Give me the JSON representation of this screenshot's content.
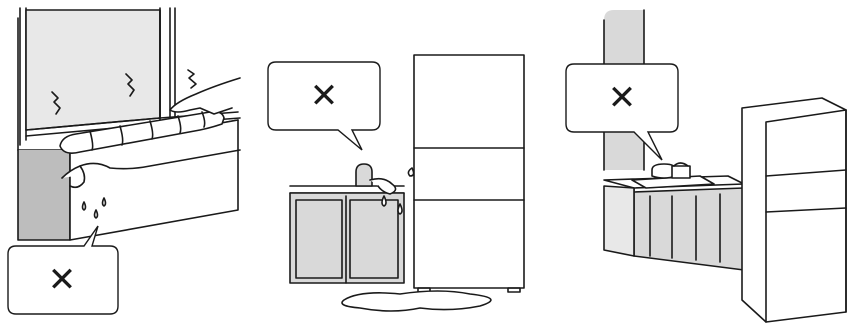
{
  "panels": [
    {
      "id": "window-sill",
      "callout_mark": "✕"
    },
    {
      "id": "sink-water",
      "callout_mark": "✕"
    },
    {
      "id": "near-stove",
      "callout_mark": "✕"
    }
  ],
  "colors": {
    "line": "#1a1a1a",
    "shade": "#d9d9d9",
    "shade_dark": "#bdbdbd",
    "window_glass": "#e8e8e8"
  }
}
